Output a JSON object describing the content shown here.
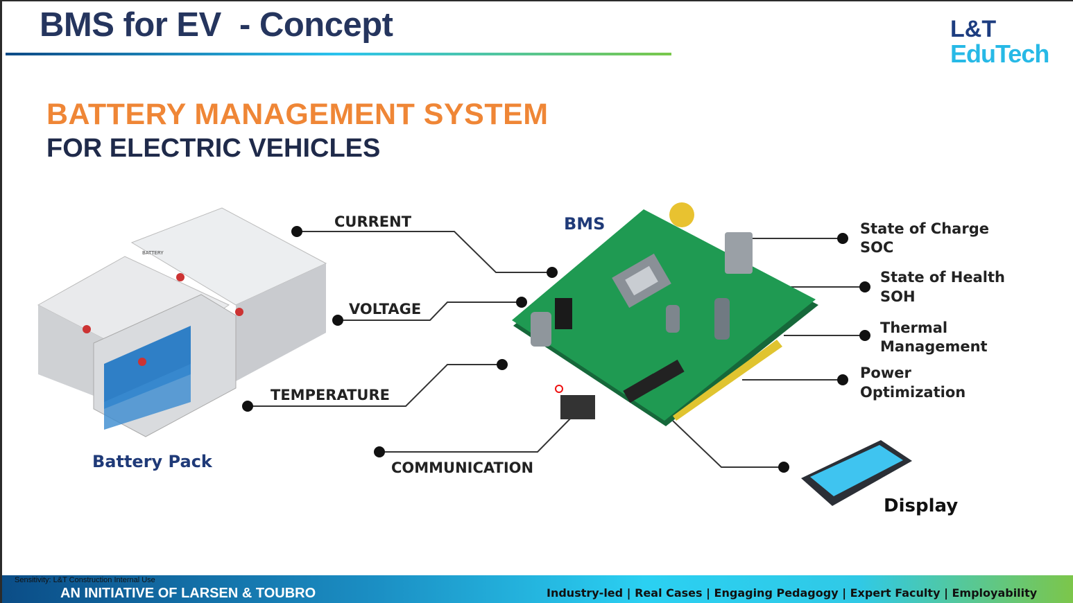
{
  "slide": {
    "title": "BMS for EV  - Concept",
    "logo": {
      "line1": "L&T",
      "line2": "EduTech"
    },
    "heading": "BATTERY MANAGEMENT SYSTEM",
    "subheading": "FOR ELECTRIC VEHICLES"
  },
  "diagram": {
    "battery_pack_label": "Battery Pack",
    "bms_label": "BMS",
    "inputs": [
      "CURRENT",
      "VOLTAGE",
      "TEMPERATURE",
      "COMMUNICATION"
    ],
    "outputs": [
      {
        "line1": "State of Charge",
        "line2": "SOC"
      },
      {
        "line1": "State of Health",
        "line2": "SOH"
      },
      {
        "line1": "Thermal",
        "line2": "Management"
      },
      {
        "line1": "Power",
        "line2": "Optimization"
      }
    ],
    "display_label": "Display",
    "battery_cell_text": "BATTERY"
  },
  "footer": {
    "initiative": "AN INITIATIVE OF LARSEN & TOUBRO",
    "sensitivity": "Sensitivity: L&T Construction Internal Use",
    "tagline": "Industry-led | Real Cases | Engaging Pedagogy | Expert Faculty | Employability"
  },
  "colors": {
    "title": "#25355e",
    "heading": "#ef8636",
    "board": "#1f8a4c",
    "footer_start": "#0b4d87",
    "footer_end": "#7cc64a"
  }
}
